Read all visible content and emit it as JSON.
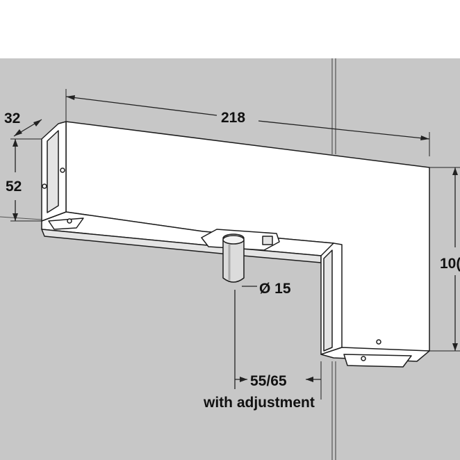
{
  "diagram": {
    "colors": {
      "background_wall": "#c7c7c7",
      "page_white": "#ffffff",
      "fitting_face": "#ffffff",
      "fitting_shadow": "#e4e4e4",
      "outline": "#1c1c1c",
      "text": "#111111"
    },
    "dimensions": {
      "depth": "32",
      "width": "218",
      "height_left": "52",
      "height_right": "10(",
      "pivot_diameter": "Ø 15",
      "offset": "55/65",
      "offset_note": "with adjustment"
    }
  }
}
